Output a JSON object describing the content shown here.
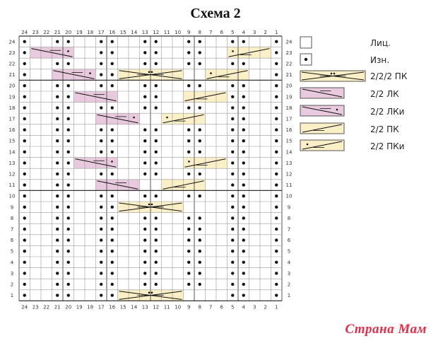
{
  "title": "Схема 2",
  "grid": {
    "stitches": 24,
    "rows": 24,
    "column_numbers": [
      "24",
      "23",
      "22",
      "21",
      "20",
      "19",
      "18",
      "17",
      "16",
      "15",
      "14",
      "13",
      "12",
      "11",
      "10",
      "9",
      "8",
      "7",
      "6",
      "5",
      "4",
      "3",
      "2",
      "1"
    ],
    "row_numbers": [
      "24",
      "23",
      "22",
      "21",
      "20",
      "19",
      "18",
      "17",
      "16",
      "15",
      "14",
      "13",
      "12",
      "11",
      "10",
      "9",
      "8",
      "7",
      "6",
      "5",
      "4",
      "3",
      "2",
      "1"
    ],
    "purl_columns_by_row": {
      "24": [
        1,
        4,
        5,
        8,
        9,
        12,
        13,
        16,
        17,
        20,
        21,
        24
      ],
      "23": [
        1,
        8,
        9,
        12,
        13,
        16,
        17,
        24
      ],
      "22": [
        1,
        4,
        5,
        8,
        9,
        12,
        13,
        16,
        17,
        20,
        21,
        24
      ],
      "21": [
        1,
        4,
        5,
        16,
        17,
        20,
        21,
        24
      ],
      "20": [
        1,
        4,
        5,
        8,
        9,
        12,
        13,
        16,
        17,
        20,
        21,
        24
      ],
      "19": [
        1,
        4,
        5,
        8,
        9,
        12,
        13,
        16,
        17,
        20,
        21,
        24
      ],
      "18": [
        1,
        4,
        5,
        8,
        9,
        12,
        13,
        16,
        17,
        20,
        21,
        24
      ],
      "17": [
        1,
        4,
        5,
        20,
        21,
        24
      ],
      "16": [
        1,
        4,
        5,
        8,
        9,
        12,
        13,
        16,
        17,
        20,
        21,
        24
      ],
      "15": [
        1,
        4,
        5,
        8,
        9,
        12,
        13,
        16,
        17,
        20,
        21,
        24
      ],
      "14": [
        1,
        4,
        5,
        8,
        9,
        12,
        13,
        16,
        17,
        20,
        21,
        24
      ],
      "13": [
        1,
        4,
        5,
        8,
        9,
        12,
        13,
        16,
        17,
        20,
        21,
        24
      ],
      "12": [
        1,
        4,
        5,
        8,
        9,
        12,
        13,
        16,
        17,
        20,
        21,
        24
      ],
      "11": [
        1,
        4,
        5,
        20,
        21,
        24
      ],
      "10": [
        1,
        4,
        5,
        8,
        9,
        12,
        13,
        16,
        17,
        20,
        21,
        24
      ],
      "9": [
        1,
        4,
        5,
        16,
        17,
        20,
        21,
        24
      ],
      "8": [
        1,
        4,
        5,
        8,
        9,
        12,
        13,
        16,
        17,
        20,
        21,
        24
      ],
      "7": [
        1,
        4,
        5,
        8,
        9,
        12,
        13,
        16,
        17,
        20,
        21,
        24
      ],
      "6": [
        1,
        4,
        5,
        8,
        9,
        12,
        13,
        16,
        17,
        20,
        21,
        24
      ],
      "5": [
        1,
        4,
        5,
        8,
        9,
        12,
        13,
        16,
        17,
        20,
        21,
        24
      ],
      "4": [
        1,
        4,
        5,
        8,
        9,
        12,
        13,
        16,
        17,
        20,
        21,
        24
      ],
      "3": [
        1,
        4,
        5,
        8,
        9,
        12,
        13,
        16,
        17,
        20,
        21,
        24
      ],
      "2": [
        1,
        4,
        5,
        8,
        9,
        12,
        13,
        16,
        17,
        20,
        21,
        24
      ],
      "1": [
        1,
        4,
        5,
        16,
        17,
        20,
        21,
        24
      ]
    },
    "cables": [
      {
        "row": 23,
        "from_col": 23,
        "to_col": 20,
        "type": "2/2 ЛКи"
      },
      {
        "row": 23,
        "from_col": 5,
        "to_col": 2,
        "type": "2/2 ПКи"
      },
      {
        "row": 21,
        "from_col": 21,
        "to_col": 18,
        "type": "2/2 ЛКи"
      },
      {
        "row": 21,
        "from_col": 15,
        "to_col": 10,
        "type": "2/2/2 ПК"
      },
      {
        "row": 21,
        "from_col": 7,
        "to_col": 4,
        "type": "2/2 ПКи"
      },
      {
        "row": 19,
        "from_col": 19,
        "to_col": 16,
        "type": "2/2 ЛК"
      },
      {
        "row": 19,
        "from_col": 9,
        "to_col": 6,
        "type": "2/2 ПК"
      },
      {
        "row": 17,
        "from_col": 17,
        "to_col": 14,
        "type": "2/2 ЛКи"
      },
      {
        "row": 17,
        "from_col": 11,
        "to_col": 8,
        "type": "2/2 ПКи"
      },
      {
        "row": 13,
        "from_col": 19,
        "to_col": 16,
        "type": "2/2 ЛКи"
      },
      {
        "row": 13,
        "from_col": 9,
        "to_col": 6,
        "type": "2/2 ПКи"
      },
      {
        "row": 11,
        "from_col": 17,
        "to_col": 14,
        "type": "2/2 ЛК"
      },
      {
        "row": 11,
        "from_col": 11,
        "to_col": 8,
        "type": "2/2 ПК"
      },
      {
        "row": 9,
        "from_col": 15,
        "to_col": 10,
        "type": "2/2/2 ПК"
      },
      {
        "row": 1,
        "from_col": 15,
        "to_col": 10,
        "type": "2/2/2 ПК"
      }
    ]
  },
  "legend": [
    {
      "symbol": "knit",
      "label": "Лиц."
    },
    {
      "symbol": "purl",
      "label": "Изн."
    },
    {
      "symbol": "cable-222",
      "label": "2/2/2 ПК"
    },
    {
      "symbol": "cable-lk",
      "label": "2/2 ЛК"
    },
    {
      "symbol": "cable-lki",
      "label": "2/2 ЛКи"
    },
    {
      "symbol": "cable-pk",
      "label": "2/2 ПК"
    },
    {
      "symbol": "cable-pki",
      "label": "2/2 ПКи"
    }
  ],
  "colors": {
    "pink": "#e8c9dd",
    "yellow": "#fbefc7",
    "grid": "#9a9a9a",
    "dark_line": "#111111",
    "watermark": "#e0304a"
  },
  "watermark": "Страна Мам"
}
